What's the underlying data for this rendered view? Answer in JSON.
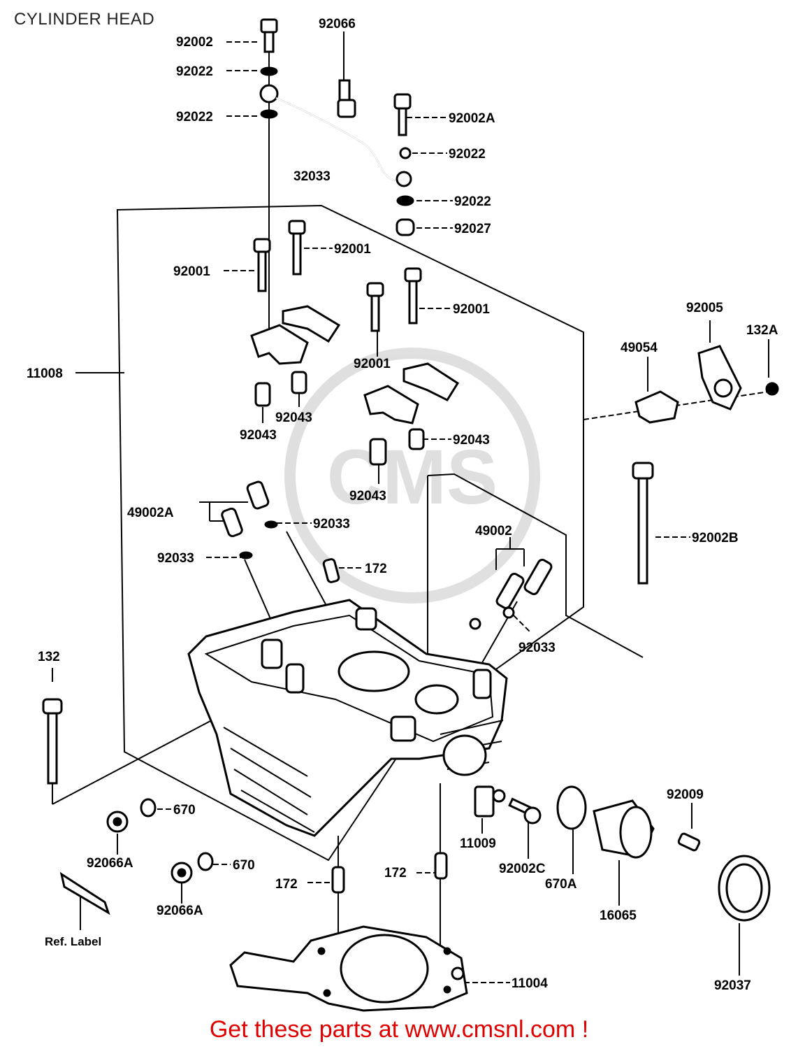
{
  "title": "CYLINDER HEAD",
  "footer": "Get these parts at www.cmsnl.com !",
  "watermark": "CMS",
  "labels": {
    "p92002_top": "92002",
    "p92022_a": "92022",
    "p92022_b": "92022",
    "p92066_top": "92066",
    "p92002A": "92002A",
    "p92022_c": "92022",
    "p32033": "32033",
    "p92022_d": "92022",
    "p92027": "92027",
    "p92001_a": "92001",
    "p92001_b": "92001",
    "p92001_c": "92001",
    "p92001_d": "92001",
    "p11008": "11008",
    "p92043_a": "92043",
    "p92043_b": "92043",
    "p92043_c": "92043",
    "p92043_d": "92043",
    "p92005": "92005",
    "p132A": "132A",
    "p49054": "49054",
    "p49002A": "49002A",
    "p92033_a": "92033",
    "p92033_b": "92033",
    "p172_a": "172",
    "p49002": "49002",
    "p92002B": "92002B",
    "p92033_c": "92033",
    "p132": "132",
    "p670_a": "670",
    "p670_b": "670",
    "p92066A_a": "92066A",
    "p92066A_b": "92066A",
    "ref_label": "Ref. Label",
    "p172_b": "172",
    "p172_c": "172",
    "p11009": "11009",
    "p92002C": "92002C",
    "p670A": "670A",
    "p16065": "16065",
    "p92009": "92009",
    "p92037": "92037",
    "p11004": "11004"
  }
}
